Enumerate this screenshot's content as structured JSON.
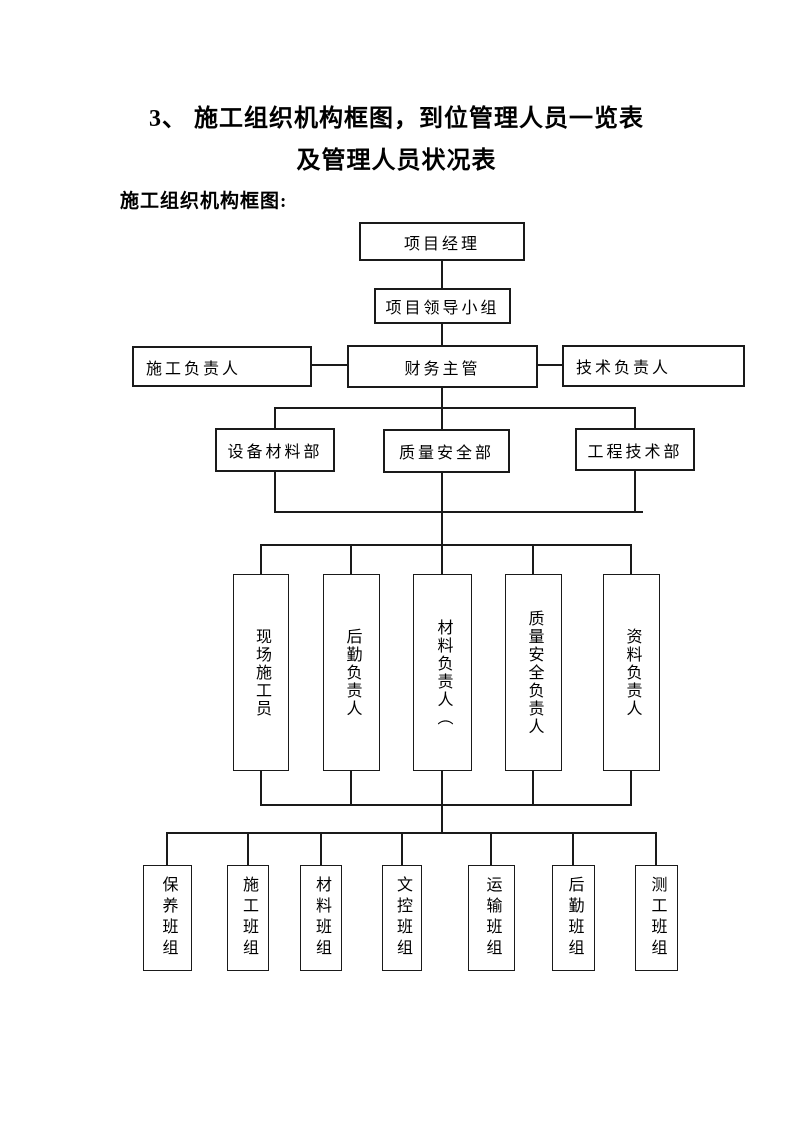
{
  "document": {
    "title_line1": "3、 施工组织机构框图，到位管理人员一览表",
    "title_line2": "及管理人员状况表",
    "section_heading": "施工组织机构框图:"
  },
  "org_chart": {
    "nodes": {
      "project_manager": "项目经理",
      "leadership_group": "项目领导小组",
      "construction_lead": "施工负责人",
      "finance_director": "财务主管",
      "technical_lead": "技术负责人",
      "equipment_materials_dept": "设备材料部",
      "quality_safety_dept": "质量安全部",
      "engineering_tech_dept": "工程技术部",
      "site_constructor": "现场施工员",
      "logistics_manager": "后勤负责人",
      "materials_manager": "材料负责人（",
      "quality_safety_manager": "质量安全负责人",
      "documents_manager": "资料负责人",
      "maintenance_team": "保养班组",
      "construction_team": "施工班组",
      "materials_team": "材料班组",
      "doc_control_team": "文控班组",
      "transport_team": "运输班组",
      "logistics_team": "后勤班组",
      "survey_team": "测工班组"
    }
  },
  "colors": {
    "background": "#ffffff",
    "line": "#1a1a1a",
    "text": "#000000"
  }
}
